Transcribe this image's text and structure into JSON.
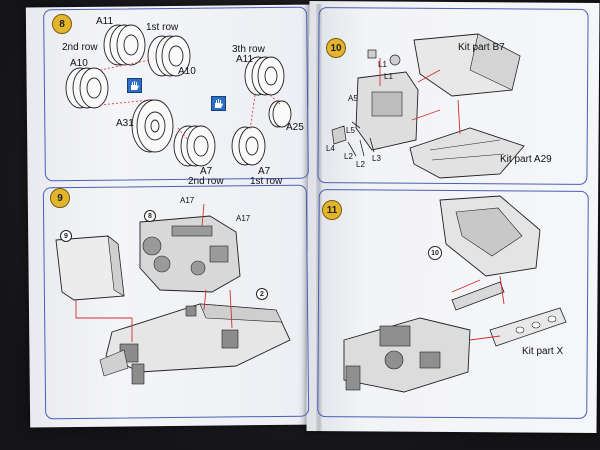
{
  "steps": [
    {
      "number": "8",
      "labels": {
        "a11_top": "A11",
        "row1_top": "1st row",
        "row2_left": "2nd row",
        "a10_left": "A10",
        "a10_right": "A10",
        "row3": "3th row",
        "a11_right": "A11",
        "a31": "A31",
        "a25": "A25",
        "a7_mid": "A7",
        "row2_mid": "2nd row",
        "a7_right": "A7",
        "row1_right": "1st row"
      }
    },
    {
      "number": "9",
      "labels": {
        "callout9": "9",
        "callout8": "8",
        "a17_top": "A17",
        "a17_right": "A17",
        "callout2": "2"
      }
    },
    {
      "number": "10",
      "labels": {
        "kit_b7": "Kit part B7",
        "a29": "Kit part A29",
        "a5": "A5",
        "l1a": "L1",
        "l1b": "L1",
        "l5": "L5",
        "l4": "L4",
        "l2a": "L2",
        "l2b": "L2",
        "l3": "L3"
      }
    },
    {
      "number": "11",
      "labels": {
        "callout10": "10",
        "kit_x": "Kit part X"
      }
    }
  ],
  "colors": {
    "frame": "#4a5fb8",
    "badge": "#e3b52b",
    "arrow": "#d23030",
    "hand": "#2d6fc6"
  },
  "icons": [
    "hand-glue-icon"
  ]
}
